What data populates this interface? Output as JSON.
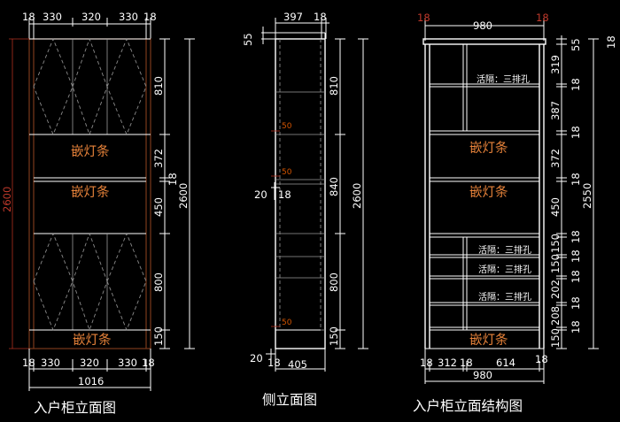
{
  "colors": {
    "background": "#000000",
    "line": "#ffffff",
    "accent_text": "#e8833a",
    "red_dim": "#c0392b",
    "panel_edge": "#7a3a1a"
  },
  "views": {
    "front": {
      "caption": "入户柜立面图",
      "top_dims": [
        "18",
        "330",
        "320",
        "330",
        "18"
      ],
      "bottom_dims": [
        "18",
        "330",
        "320",
        "330",
        "18"
      ],
      "total_width": "1016",
      "right_dims": [
        "810",
        "372",
        "450",
        "800",
        "150"
      ],
      "right_small": "18",
      "right_total": "2600",
      "left_total": "2600",
      "light_labels": [
        "嵌灯条",
        "嵌灯条",
        "嵌灯条"
      ]
    },
    "side": {
      "caption": "侧立面图",
      "top_dims": [
        "397",
        "18"
      ],
      "top_left": "55",
      "right_dims": [
        "810",
        "840",
        "800",
        "150"
      ],
      "right_total": "2600",
      "left_small": [
        "50",
        "50",
        "50"
      ],
      "mid_dims": [
        "20",
        "18"
      ],
      "bottom_small": [
        "20",
        "18"
      ],
      "bottom_total": "405"
    },
    "structure": {
      "caption": "入户柜立面结构图",
      "top_dims": [
        "18",
        "980",
        "18"
      ],
      "right_outer": [
        "55",
        "319",
        "18",
        "387",
        "18",
        "372",
        "18",
        "450",
        "18",
        "150",
        "18",
        "150",
        "18",
        "202",
        "18",
        "208",
        "18",
        "150"
      ],
      "right_total": "2550",
      "far_right": "18",
      "notes": [
        "活隔：三排孔",
        "活隔：三排孔",
        "活隔：三排孔",
        "活隔：三排孔"
      ],
      "light_labels": [
        "嵌灯条",
        "嵌灯条",
        "嵌灯条"
      ],
      "bottom_dims": [
        "18",
        "312",
        "18",
        "614",
        "18"
      ],
      "bottom_total": "980"
    }
  }
}
